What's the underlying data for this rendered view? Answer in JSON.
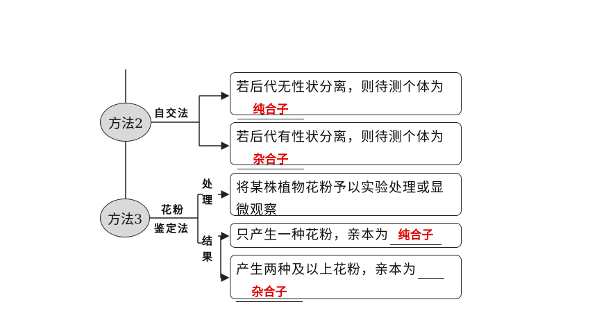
{
  "method2": {
    "label": "方法2",
    "branch_label": "自交法",
    "box1": {
      "text": "若后代无性状分离，则待测个体为",
      "answer": "纯合子"
    },
    "box2": {
      "text": "若后代有性状分离，则待测个体为",
      "answer": "杂合子"
    }
  },
  "method3": {
    "label": "方法3",
    "branch_label_line1": "花粉",
    "branch_label_line2": "鉴定法",
    "process_label": "处理",
    "result_label": "结果",
    "process_box": {
      "text": "将某株植物花粉予以实验处理或显微观察"
    },
    "result_box1": {
      "text": "只产生一种花粉，亲本为",
      "answer": "纯合子"
    },
    "result_box2": {
      "text": "产生两种及以上花粉，亲本为",
      "answer": "杂合子"
    }
  }
}
